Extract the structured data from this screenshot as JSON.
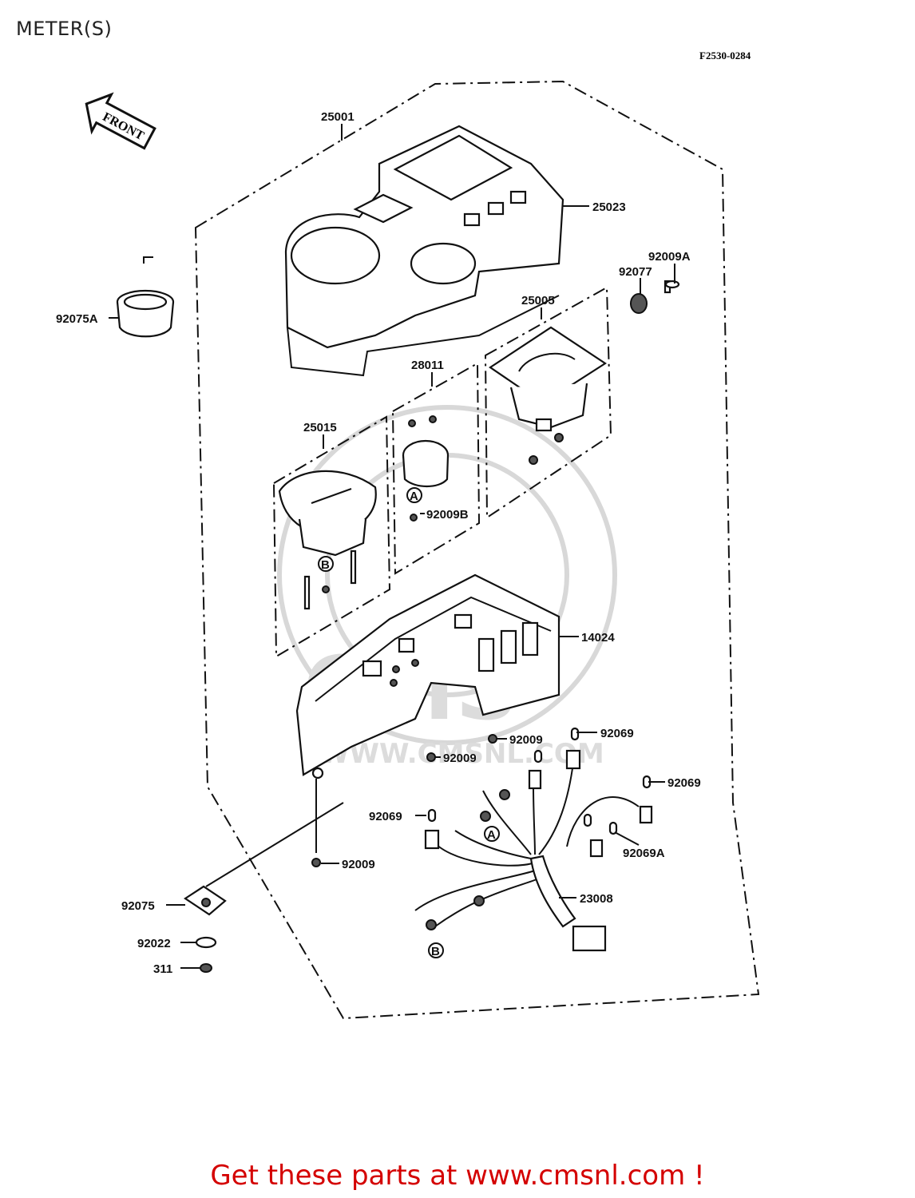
{
  "page": {
    "title": "METER(S)",
    "diagram_code": "F2530-0284",
    "front_label": "FRONT",
    "footer": "Get these parts at www.cmsnl.com !"
  },
  "watermark": {
    "text_main": "CMS",
    "text_url": "WWW.CMSNL.COM"
  },
  "callouts": {
    "c25001": "25001",
    "c25023": "25023",
    "c92009A": "92009A",
    "c92077": "92077",
    "c92075A": "92075A",
    "c25005": "25005",
    "c28011": "28011",
    "c25015": "25015",
    "c92009B": "92009B",
    "c14024": "14024",
    "c92009_a": "92009",
    "c92069_a": "92069",
    "c92009_b": "92009",
    "c92069_b": "92069",
    "c92069_c": "92069",
    "c92069A": "92069A",
    "c92009_c": "92009",
    "c23008": "23008",
    "c92075": "92075",
    "c92022": "92022",
    "c311": "311",
    "ref_A": "A",
    "ref_B": "B"
  }
}
